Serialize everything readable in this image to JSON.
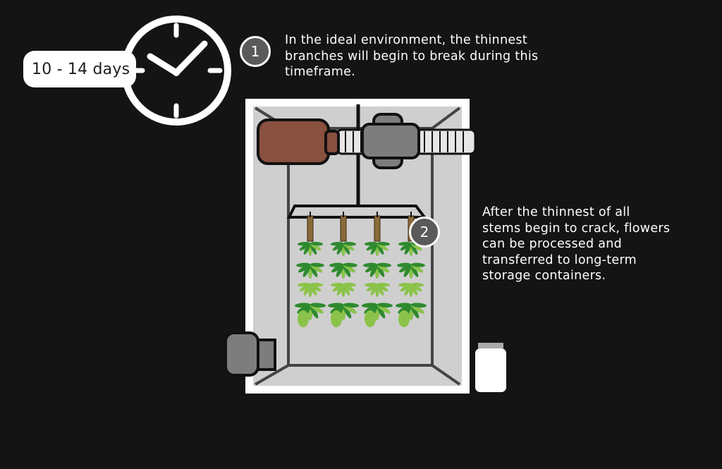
{
  "timer": {
    "label": "10 - 14 days",
    "icon": "clock-icon"
  },
  "steps": [
    {
      "number": "1",
      "lines": [
        "In the ideal environment, the thinnest",
        "branches will begin to break during this",
        "timeframe."
      ]
    },
    {
      "number": "2",
      "lines": [
        "After the thinnest of all",
        "stems begin to crack, flowers",
        "can be processed and",
        "transferred to long-term",
        "storage containers."
      ]
    }
  ],
  "colors": {
    "background": "#141414",
    "tent_frame": "#ffffff",
    "tent_interior": "#cfcfcf",
    "fan": "#8a5040",
    "filter": "#7d7d7d",
    "stem": "#8a6a3a",
    "leaf_dark": "#2f8a2f",
    "leaf_light": "#8bc34a"
  }
}
